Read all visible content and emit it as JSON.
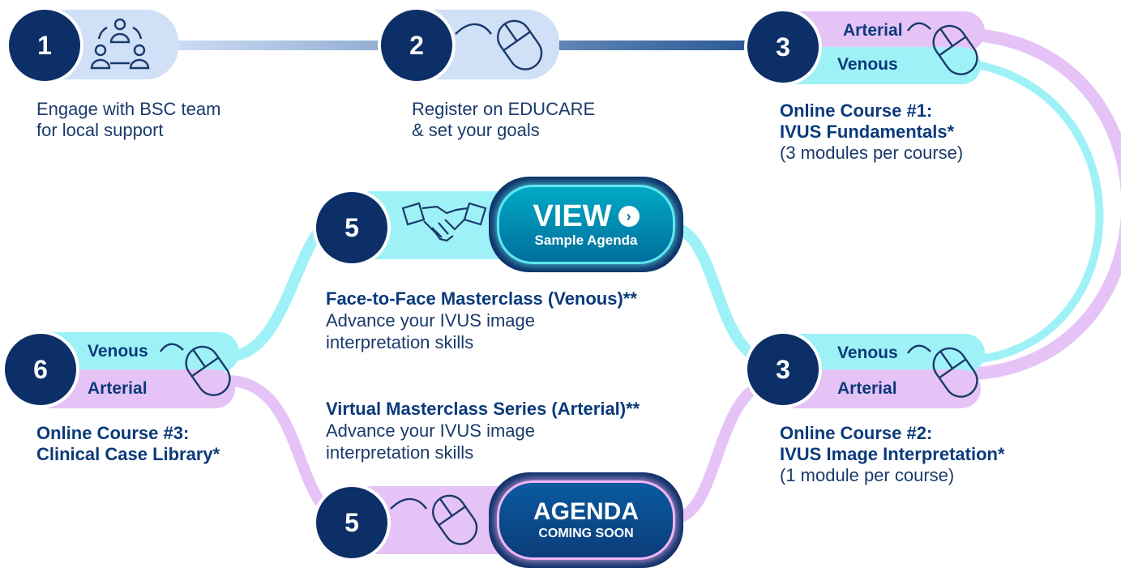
{
  "steps": {
    "s1": {
      "number": "1",
      "text_line1": "Engage with BSC team",
      "text_line2": "for local support"
    },
    "s2": {
      "number": "2",
      "text_line1": "Register on EDUCARE",
      "text_line2": "& set your goals"
    },
    "s3a": {
      "number": "3",
      "tag_top": "Arterial",
      "tag_bottom": "Venous",
      "title1": "Online Course #1:",
      "title2": "IVUS Fundamentals*",
      "note": "(3 modules per course)"
    },
    "s3b": {
      "number": "3",
      "tag_top": "Venous",
      "tag_bottom": "Arterial",
      "title1": "Online Course #2:",
      "title2": "IVUS Image Interpretation*",
      "note": "(1 module per course)"
    },
    "s5a": {
      "number": "5",
      "btn_big": "VIEW",
      "btn_small": "Sample Agenda",
      "title": "Face-to-Face Masterclass (Venous)**",
      "desc1": "Advance your IVUS image",
      "desc2": "interpretation skills"
    },
    "s5b": {
      "number": "5",
      "btn_big": "AGENDA",
      "btn_small": "COMING SOON",
      "title": "Virtual Masterclass Series (Arterial)**",
      "desc1": "Advance your IVUS image",
      "desc2": "interpretation skills"
    },
    "s6": {
      "number": "6",
      "tag_top": "Venous",
      "tag_bottom": "Arterial",
      "title1": "Online Course #3:",
      "title2": "Clinical Case Library*"
    }
  },
  "colors": {
    "navy": "#0b2f66",
    "venous": "#9ef2f7",
    "arterial": "#e6c3f7",
    "light_blue": "#cfe0f7"
  },
  "icons": [
    "team-icon",
    "mouse-icon",
    "handshake-icon",
    "arrow-right-icon"
  ]
}
